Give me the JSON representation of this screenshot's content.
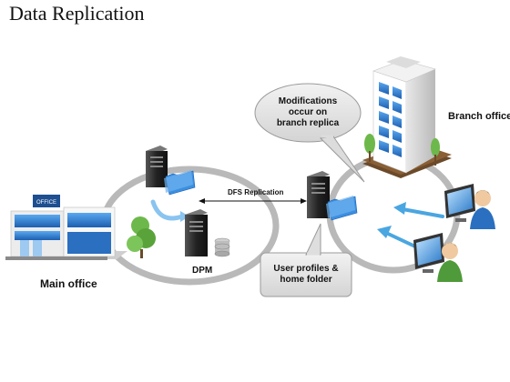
{
  "title": "Data Replication",
  "labels": {
    "main_office": "Main office",
    "dpm": "DPM",
    "dfs_replication": "DFS Replication",
    "branch_office": "Branch office"
  },
  "callouts": {
    "modifications": [
      "Modifications",
      "occur on",
      "branch replica"
    ],
    "user_profiles": [
      "User profiles &",
      "home folder"
    ]
  },
  "colors": {
    "building_blue": "#2a6fc0",
    "server_dark": "#2b2b2b",
    "folder_blue": "#3b8fe0",
    "arrow_light_blue": "#4aa6e0",
    "tree_green": "#5fae3a",
    "callout_gray": "#dedede"
  },
  "icons": [
    "office-building-icon",
    "server-icon",
    "folder-icon",
    "database-icon",
    "skyscraper-icon",
    "workstation-icon",
    "user-icon"
  ]
}
